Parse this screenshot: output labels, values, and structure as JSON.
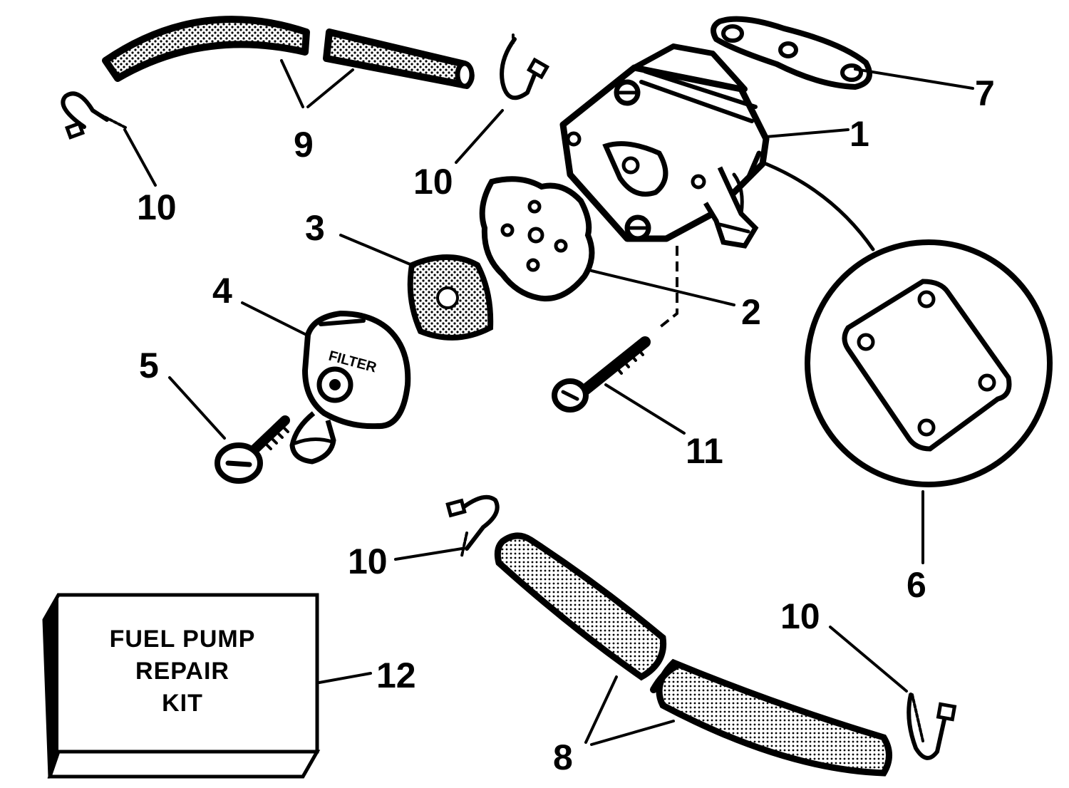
{
  "diagram": {
    "callouts": {
      "c1": "1",
      "c2": "2",
      "c3": "3",
      "c4": "4",
      "c5": "5",
      "c6": "6",
      "c7": "7",
      "c8": "8",
      "c9": "9",
      "c10a": "10",
      "c10b": "10",
      "c10c": "10",
      "c10d": "10",
      "c11": "11",
      "c12": "12"
    },
    "kit_box": {
      "line1": "FUEL PUMP",
      "line2": "REPAIR",
      "line3": "KIT"
    },
    "filter_cover_label": "FILTER"
  }
}
